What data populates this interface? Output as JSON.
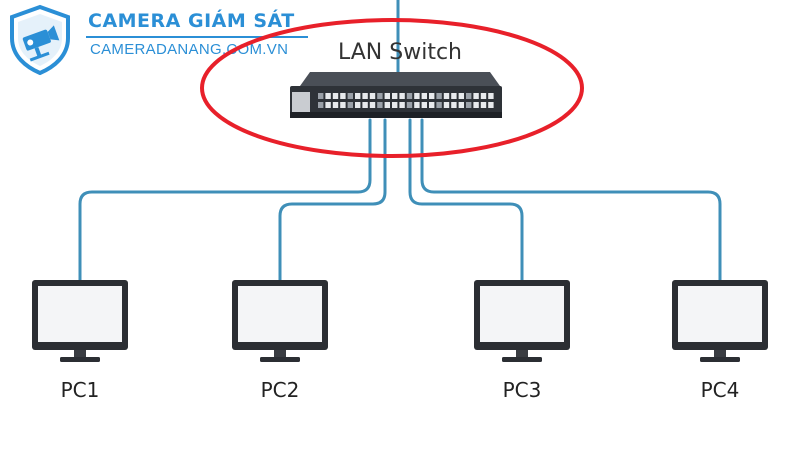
{
  "brand": {
    "title": "CAMERA GIÁM SÁT",
    "url": "CAMERADANANG.COM.VN",
    "color": "#2b8fd6",
    "logo_icon": "shield-camera-icon"
  },
  "diagram": {
    "switch_label": "LAN Switch",
    "switch_icon": "network-switch-icon",
    "highlight_color": "#e8202a",
    "cable_color": "#3f8fb8",
    "nodes": [
      {
        "label": "PC1",
        "icon": "monitor-icon"
      },
      {
        "label": "PC2",
        "icon": "monitor-icon"
      },
      {
        "label": "PC3",
        "icon": "monitor-icon"
      },
      {
        "label": "PC4",
        "icon": "monitor-icon"
      }
    ]
  }
}
